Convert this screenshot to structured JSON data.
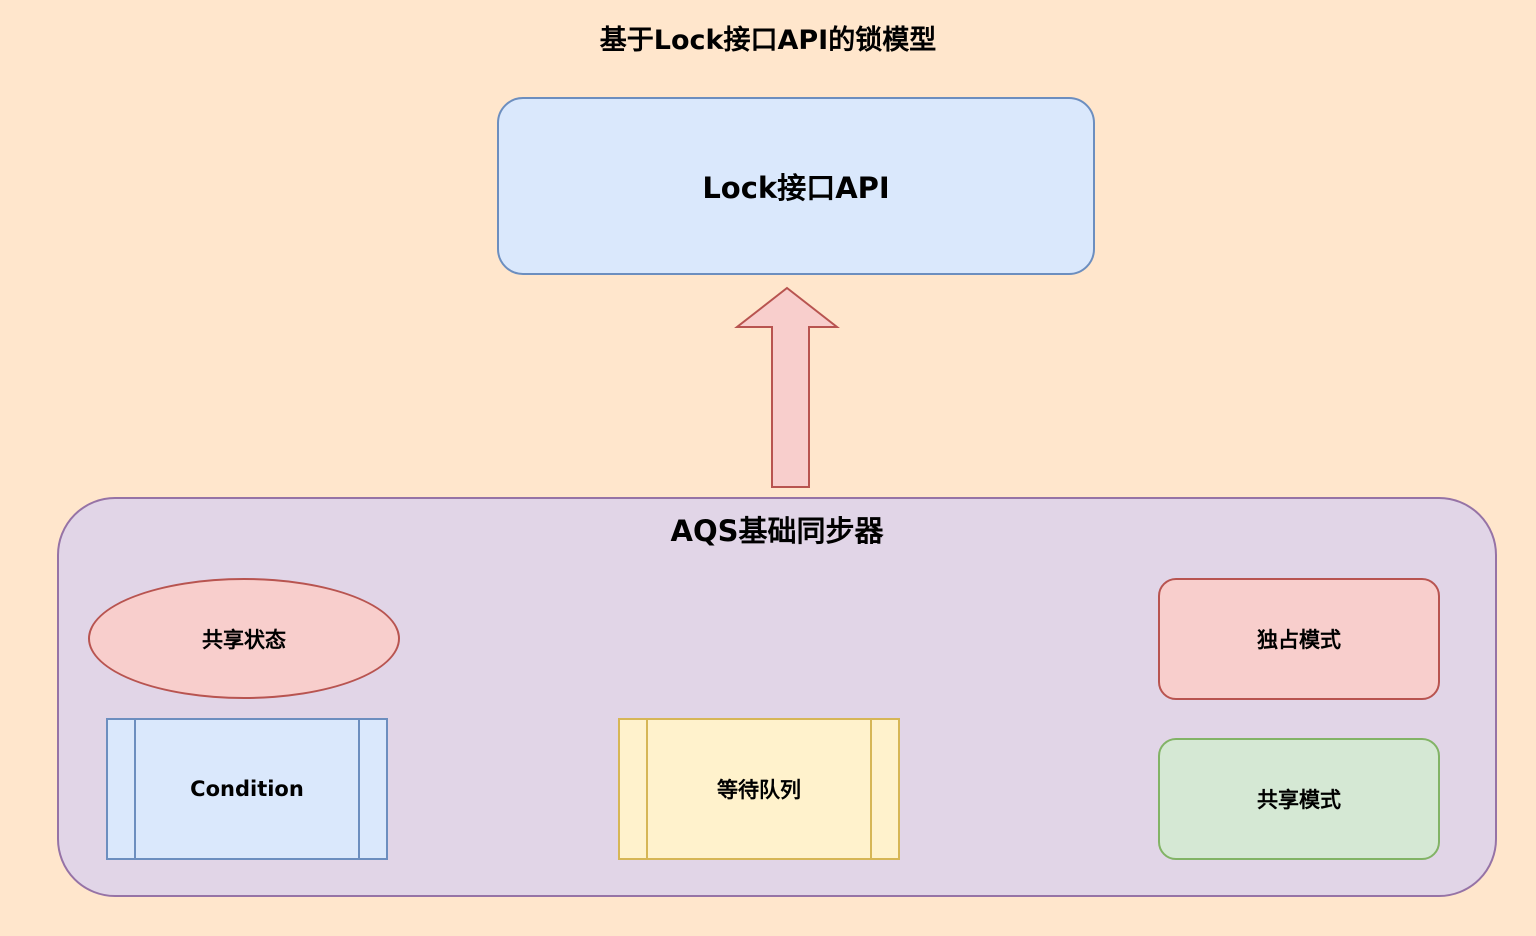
{
  "diagram": {
    "title": "基于Lock接口API的锁模型",
    "lock_api_label": "Lock接口API",
    "aqs": {
      "title": "AQS基础同步器",
      "shared_state_label": "共享状态",
      "condition_label": "Condition",
      "wait_queue_label": "等待队列",
      "exclusive_mode_label": "独占模式",
      "shared_mode_label": "共享模式"
    }
  },
  "colors": {
    "background": "#ffe6cc",
    "blue_fill": "#dae8fc",
    "blue_stroke": "#6c8ebf",
    "purple_fill": "#e1d5e7",
    "purple_stroke": "#9673a6",
    "red_fill": "#f8cecc",
    "red_stroke": "#b85450",
    "yellow_fill": "#fff2cc",
    "yellow_stroke": "#d6b656",
    "green_fill": "#d5e8d4",
    "green_stroke": "#82b366"
  }
}
